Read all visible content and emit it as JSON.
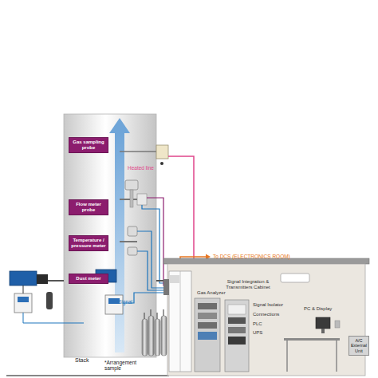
{
  "diagram": {
    "nodes": [
      {
        "text": [
          "Stack"
        ]
      },
      {
        "text": [
          "Gas sampling probe"
        ],
        "in": 0
      },
      {
        "text": [
          "Flow meter probe"
        ],
        "in": 0
      },
      {
        "text": [
          "Temperature / pressure meter"
        ],
        "in": 0
      },
      {
        "text": [
          "Dust meter"
        ],
        "in": 0
      },
      {
        "text": [
          "A/C External Unit"
        ]
      }
    ],
    "labels": [
      "Heated line",
      "To DCS (ELECTRONICS ROOM)",
      "Signal",
      "*Arrangement sample",
      "Signal Integration & Transmitters Cabinet",
      "Gas Analyzer",
      "Signal Isolator",
      "Connections",
      "PC & Display",
      "PLC",
      "UPS"
    ]
  }
}
